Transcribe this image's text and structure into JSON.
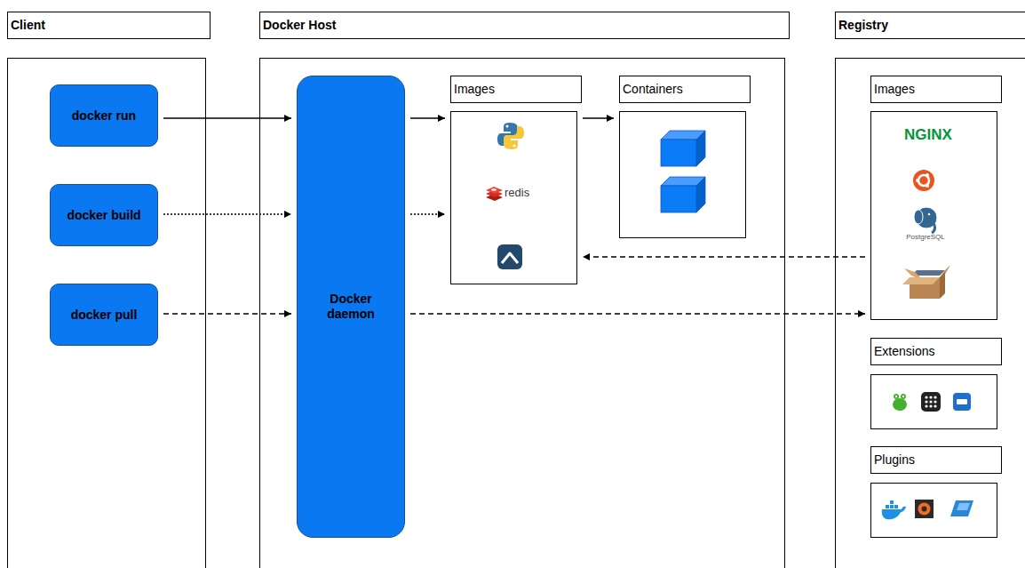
{
  "diagram": {
    "nodes": [
      {
        "text": [
          "Client"
        ]
      },
      {
        "text": [
          "docker run"
        ],
        "in": 0
      },
      {
        "text": [
          "docker build"
        ],
        "in": 0
      },
      {
        "text": [
          "docker pull"
        ],
        "in": 0
      },
      {
        "text": [
          "Docker Host"
        ]
      },
      {
        "text": [
          "Docker daemon"
        ],
        "in": 4
      },
      {
        "text": [
          "Images"
        ],
        "in": 4
      },
      {
        "text": [
          "Containers"
        ],
        "in": 4
      },
      {
        "text": [
          "Registry"
        ]
      },
      {
        "text": [
          "Images"
        ],
        "in": 8
      },
      {
        "text": [
          "Extensions"
        ],
        "in": 8
      },
      {
        "text": [
          "Plugins"
        ],
        "in": 8
      }
    ],
    "edges": [
      {
        "from": 1,
        "to": 5,
        "arrow": "to"
      },
      {
        "from": 2,
        "to": 5,
        "arrow": "to"
      },
      {
        "from": 3,
        "to": 5,
        "arrow": "to"
      },
      {
        "from": 5,
        "to": 6,
        "arrow": "to"
      },
      {
        "from": 5,
        "to": 6,
        "arrow": "to"
      },
      {
        "from": 6,
        "to": 7,
        "arrow": "to"
      },
      {
        "from": 5,
        "to": 9,
        "arrow": "to"
      },
      {
        "from": 9,
        "to": 6,
        "arrow": "to"
      }
    ],
    "labels": [
      "redis",
      "NGINX",
      "PostgreSQL"
    ]
  }
}
